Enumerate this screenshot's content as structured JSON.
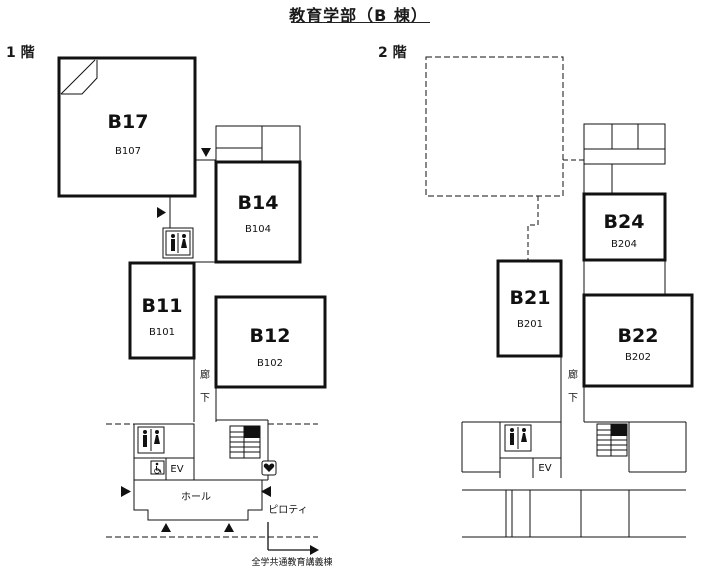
{
  "title": "教育学部（B 棟）",
  "floors": [
    {
      "label": "1 階"
    },
    {
      "label": "2 階"
    }
  ],
  "rooms": [
    {
      "name": "B17",
      "code": "B107"
    },
    {
      "name": "B14",
      "code": "B104"
    },
    {
      "name": "B11",
      "code": "B101"
    },
    {
      "name": "B12",
      "code": "B102"
    },
    {
      "name": "B21",
      "code": "B201"
    },
    {
      "name": "B24",
      "code": "B204"
    },
    {
      "name": "B22",
      "code": "B202"
    }
  ],
  "labels": {
    "corridor_1": "廊",
    "corridor_2": "下",
    "corridor2_1": "廊",
    "corridor2_2": "下",
    "ev_1f": "EV",
    "ev_2f": "EV",
    "hall": "ホール",
    "piloti": "ピロティ",
    "direction": "全学共通教育講義棟"
  },
  "icons": {
    "toilet": "restroom-icon",
    "wheelchair": "wheelchair-icon",
    "heart": "heart-icon",
    "arrow": "arrow-icon"
  }
}
